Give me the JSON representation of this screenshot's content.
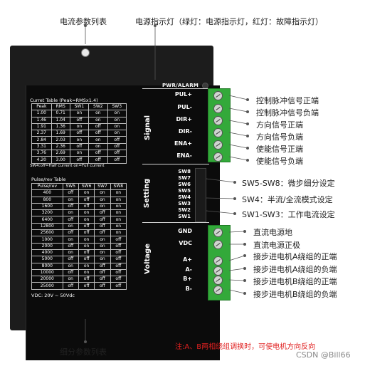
{
  "callouts_top": {
    "current_table": "电流参数列表",
    "power_indicator": "电源指示灯（绿灯：电源指示灯，红灯：故障指示灯）"
  },
  "callout_bottom": "细分参数列表",
  "device": {
    "pwr_alarm": "PWR/ALARM",
    "current_table_title": "Curret Table (Peak=RMSx1.4)",
    "current_headers": [
      "Peak",
      "RMS",
      "SW1",
      "SW2",
      "SW3"
    ],
    "current_rows": [
      [
        "1.00",
        "0.71",
        "on",
        "on",
        "on"
      ],
      [
        "1.46",
        "1.04",
        "off",
        "on",
        "on"
      ],
      [
        "1.91",
        "1.36",
        "on",
        "off",
        "on"
      ],
      [
        "2.37",
        "1.69",
        "off",
        "off",
        "on"
      ],
      [
        "2.84",
        "2.03",
        "on",
        "on",
        "off"
      ],
      [
        "3.31",
        "2.36",
        "off",
        "on",
        "off"
      ],
      [
        "3.76",
        "2.69",
        "on",
        "off",
        "off"
      ],
      [
        "4.20",
        "3.00",
        "off",
        "off",
        "off"
      ]
    ],
    "sw4_note": "SW4:off=Half current on=Full current",
    "pulse_table_title": "Pulse/rev Table",
    "pulse_headers": [
      "Pulse/rev",
      "SW5",
      "SW6",
      "SW7",
      "SW8"
    ],
    "pulse_rows": [
      [
        "400",
        "off",
        "on",
        "on",
        "on"
      ],
      [
        "800",
        "on",
        "off",
        "on",
        "on"
      ],
      [
        "1600",
        "off",
        "off",
        "on",
        "on"
      ],
      [
        "3200",
        "on",
        "on",
        "off",
        "on"
      ],
      [
        "6400",
        "off",
        "on",
        "off",
        "on"
      ],
      [
        "12800",
        "on",
        "off",
        "off",
        "on"
      ],
      [
        "25600",
        "off",
        "off",
        "off",
        "on"
      ],
      [
        "1000",
        "on",
        "on",
        "on",
        "off"
      ],
      [
        "2000",
        "off",
        "on",
        "on",
        "off"
      ],
      [
        "4000",
        "on",
        "off",
        "on",
        "off"
      ],
      [
        "5000",
        "off",
        "off",
        "on",
        "off"
      ],
      [
        "8000",
        "on",
        "on",
        "off",
        "off"
      ],
      [
        "10000",
        "off",
        "on",
        "off",
        "off"
      ],
      [
        "20000",
        "on",
        "off",
        "off",
        "off"
      ],
      [
        "25000",
        "off",
        "off",
        "off",
        "off"
      ]
    ],
    "vdc_note": "VDC: 20V ~ 50Vdc",
    "section_signal": "Signal",
    "section_setting": "Setting",
    "section_voltage": "Voltage",
    "signal_terms": [
      "PUL+",
      "PUL-",
      "DIR+",
      "DIR-",
      "ENA+",
      "ENA-"
    ],
    "switches": [
      "SW8",
      "SW7",
      "SW6",
      "SW5",
      "SW4",
      "SW3",
      "SW2",
      "SW1"
    ],
    "power_terms": [
      "GND",
      "VDC",
      "A+",
      "A-",
      "B+",
      "B-"
    ]
  },
  "signal_callouts": [
    "控制脉冲信号正端",
    "控制脉冲信号负端",
    "方向信号正端",
    "方向信号负端",
    "使能信号正端",
    "使能信号负端"
  ],
  "setting_callouts": [
    "SW5-SW8：微步细分设定",
    "SW4：半流/全流模式设定",
    "SW1-SW3：工作电流设定"
  ],
  "power_callouts": [
    "直流电源地",
    "直流电源正极",
    "接步进电机A绕组的正端",
    "接步进电机A绕组的负端",
    "接步进电机B绕组的正端",
    "接步进电机B绕组的负端"
  ],
  "note": "注:A、B两相绕组调换时，可使电机方向反向",
  "watermark": "CSDN @Bill66"
}
